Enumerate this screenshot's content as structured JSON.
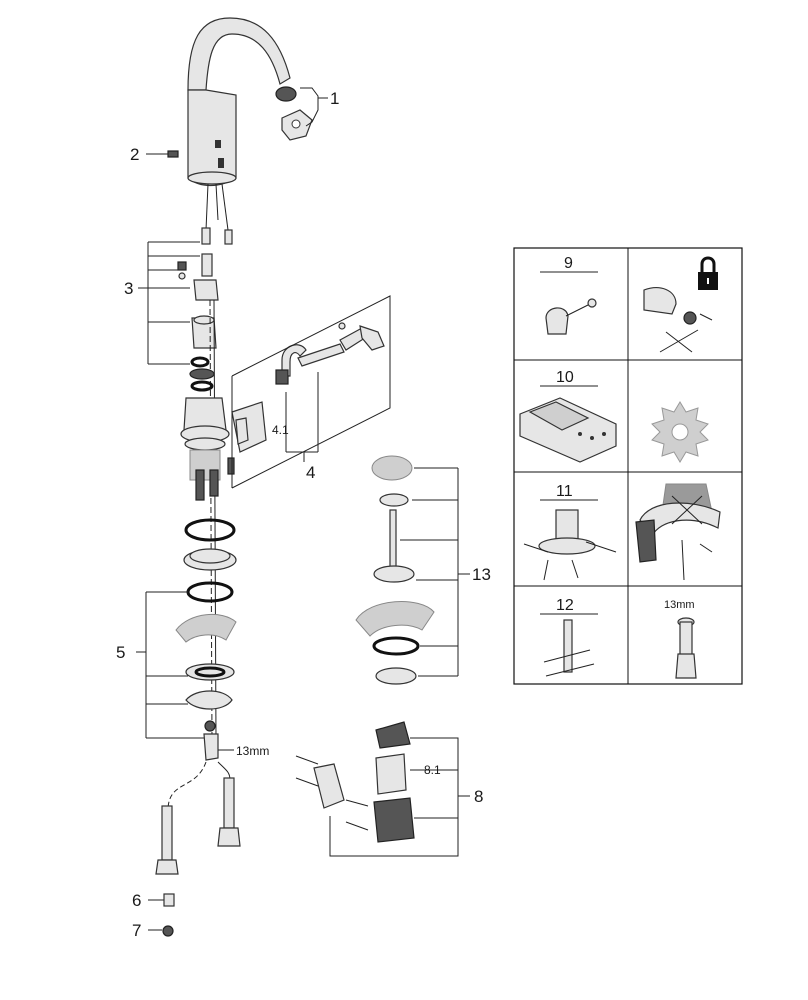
{
  "callouts": {
    "c1": "1",
    "c2": "2",
    "c3": "3",
    "c4": "4",
    "c41": "4.1",
    "c5": "5",
    "c6": "6",
    "c7": "7",
    "c8": "8",
    "c81": "8.1",
    "c13": "13",
    "wrench_size": "13mm"
  },
  "service_table": {
    "cells": [
      {
        "label": "9"
      },
      {
        "label": "10"
      },
      {
        "label": "11"
      },
      {
        "label": "12"
      },
      {
        "label": "13mm"
      }
    ]
  },
  "colors": {
    "line": "#222222",
    "part_fill": "#e6e6e6",
    "grey_symbol": "#cfcfcf"
  }
}
